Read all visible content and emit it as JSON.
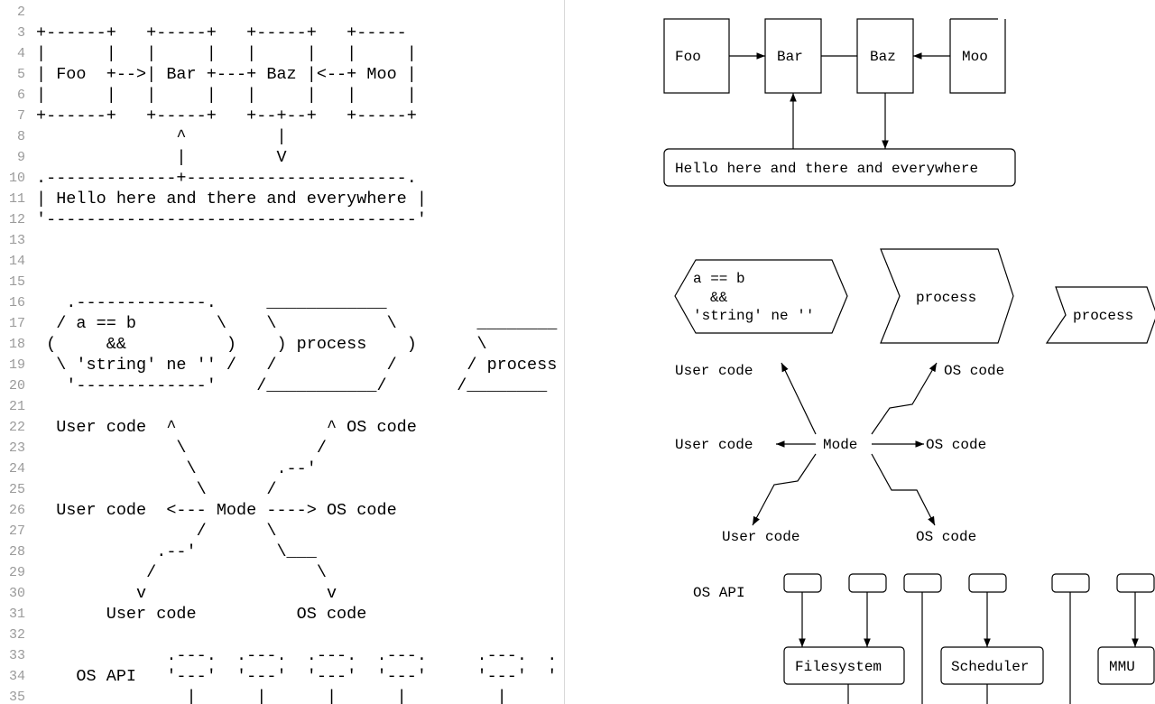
{
  "editor": {
    "line_numbers": [
      "2",
      "3",
      "4",
      "5",
      "6",
      "7",
      "8",
      "9",
      "10",
      "11",
      "12",
      "13",
      "14",
      "15",
      "16",
      "17",
      "18",
      "19",
      "20",
      "21",
      "22",
      "23",
      "24",
      "25",
      "26",
      "27",
      "28",
      "29",
      "30",
      "31",
      "32",
      "33",
      "34",
      "35"
    ],
    "lines": [
      "",
      "+------+   +-----+   +-----+   +-----",
      "|      |   |     |   |     |   |     |",
      "| Foo  +-->| Bar +---+ Baz |<--+ Moo |",
      "|      |   |     |   |     |   |     |",
      "+------+   +-----+   +--+--+   +-----+",
      "              ^         |",
      "              |         V",
      ".-------------+----------------------.",
      "| Hello here and there and everywhere |",
      "'-------------------------------------'",
      "",
      "",
      "",
      "   .-------------.     ____________",
      "  / a == b        \\    \\           \\        ________",
      " (     &&          )    ) process    )      \\",
      "  \\ 'string' ne '' /   /           /       / process",
      "   '-------------'    /___________/       /________",
      "",
      "  User code  ^               ^ OS code",
      "              \\             /",
      "               \\        .--'",
      "                \\      /",
      "  User code  <--- Mode ----> OS code",
      "                /      \\",
      "            .--'        \\___",
      "           /                \\",
      "          v                  v",
      "       User code          OS code",
      "",
      "             .---.  .---.  .---.  .---.     .---.  .",
      "    OS API   '---'  '---'  '---'  '---'     '---'  '",
      "               |      |      |      |         |"
    ]
  },
  "diagram": {
    "boxes": {
      "foo": "Foo",
      "bar": "Bar",
      "baz": "Baz",
      "moo": "Moo",
      "hello": "Hello here and there and everywhere"
    },
    "decision": {
      "line1": "a == b",
      "line2": "&&",
      "line3": "'string' ne ''"
    },
    "process_large": "process",
    "process_small": "process",
    "mode": {
      "center": "Mode",
      "user_code_top": "User code",
      "user_code_mid": "User code",
      "user_code_bottom": "User code",
      "os_code_top": "OS code",
      "os_code_mid": "OS code",
      "os_code_bottom": "OS code"
    },
    "os_api": {
      "label": "OS API",
      "filesystem": "Filesystem",
      "scheduler": "Scheduler",
      "mmu": "MMU"
    }
  }
}
